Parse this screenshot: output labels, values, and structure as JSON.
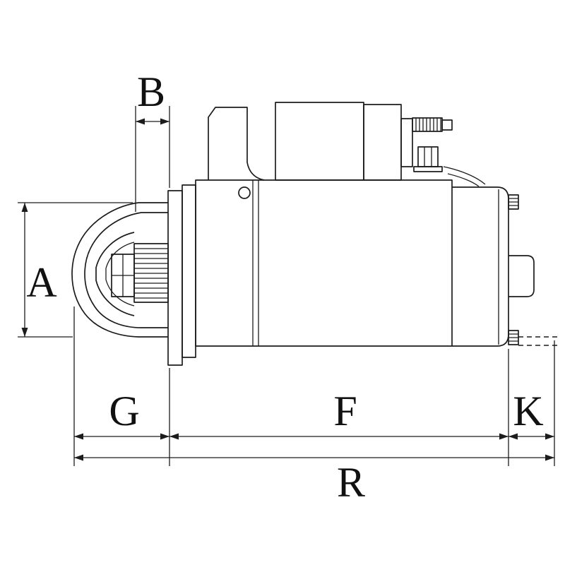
{
  "figure": {
    "background": "#ffffff",
    "line_color": "#1c1c1c",
    "label_color": "#111111",
    "dimension_labels": {
      "A": "A",
      "B": "B",
      "G": "G",
      "F": "F",
      "K": "K",
      "R": "R"
    }
  }
}
